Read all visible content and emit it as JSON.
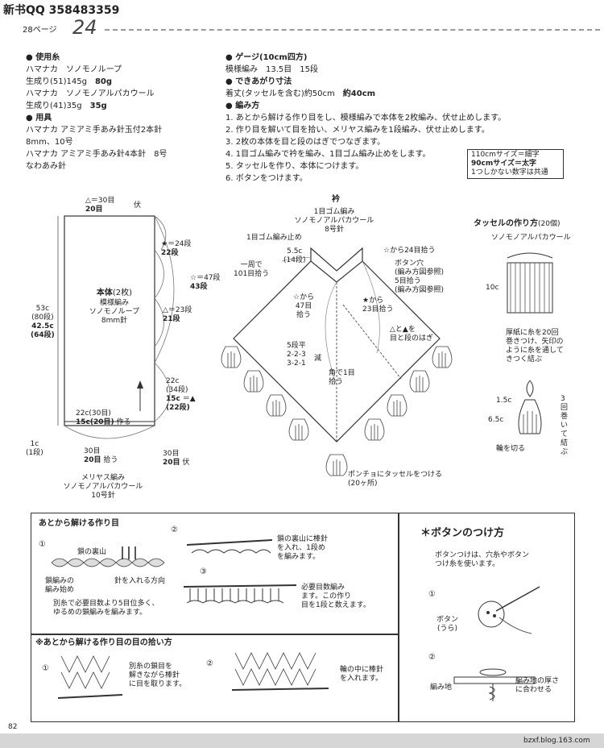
{
  "header": {
    "qq": "新书QQ 358483359",
    "page_ref": "28ページ",
    "page_no": "24"
  },
  "materials": {
    "yarn_title": "使用糸",
    "yarn_lines": [
      {
        "text": "ハマナカ　ソノモノループ"
      },
      {
        "text": "生成り(51)145g",
        "bold": "80g"
      },
      {
        "text": "ハマナカ　ソノモノアルパカウール"
      },
      {
        "text": "生成り(41)35g",
        "bold": "35g"
      }
    ],
    "tools_title": "用具",
    "tools_lines": [
      "ハマナカ アミアミ手あみ針玉付2本針",
      "8mm、10号",
      "ハマナカ アミアミ手あみ針4本針　8号",
      "なわあみ針"
    ]
  },
  "gauge": {
    "title": "ゲージ(10cm四方)",
    "text": "模様編み　13.5目　15段"
  },
  "size": {
    "title": "できあがり寸法",
    "text": "着丈(タッセルを含む)約50cm",
    "bold": "約40cm"
  },
  "method": {
    "title": "編み方",
    "steps": [
      "1. あとから解ける作り目をし、模様編みで本体を2枚編み、伏せ止めします。",
      "2. 作り目を解いて目を拾い、メリヤス編みを1段編み、伏せ止めします。",
      "3. 2枚の本体を目と段のはぎでつなぎます。",
      "4. 1目ゴム編みで衿を編み、1目ゴム編み止めをします。",
      "5. タッセルを作り、本体につけます。",
      "6. ボタンをつけます。"
    ]
  },
  "size_legend": {
    "line1": "110cmサイズ＝細字",
    "line2": "90cmサイズ＝太字",
    "line3": "1つしかない数字は共通"
  },
  "body_panel": {
    "title": "本体",
    "title_sub": "(2枚)",
    "pattern": "模様編み",
    "yarn": "ソノモノループ",
    "needle": "8mm針",
    "top_a": "△＝30目",
    "top_b": "20目",
    "top_c": "伏",
    "star_a": "★＝24段",
    "star_b": "22段",
    "open_star_a": "☆＝47段",
    "open_star_b": "43段",
    "delta_a": "△＝23段",
    "delta_b": "21段",
    "height_a": "53c",
    "height_b": "(80段)",
    "height_c": "42.5c",
    "height_d": "(64段)",
    "side_a": "22c",
    "side_b": "(34段)",
    "side_c": "15c",
    "side_d": "(22段)",
    "side_e": "＝▲",
    "bottom_a": "22c(30目)",
    "bottom_b": "15c(20目)",
    "bottom_c": "作る",
    "left_a": "1c",
    "left_b": "(1段)",
    "pick_a": "30目",
    "pick_b": "20目",
    "pick_c": "拾う",
    "pick2_a": "30目",
    "pick2_b": "20目",
    "pick2_c": "伏",
    "stock_a": "メリヤス編み",
    "stock_b": "ソノモノアルパカウール",
    "stock_c": "10号針"
  },
  "poncho": {
    "collar": "衿",
    "rib_a": "1目ゴム編み",
    "rib_b": "ソノモノアルパカウール",
    "rib_c": "8号針",
    "rib_end": "1目ゴム編み止め",
    "size_a": "5.5c",
    "size_b": "(14段)",
    "round_a": "一周で",
    "round_b": "101目拾う",
    "from_a": "☆から",
    "from_b": "47目",
    "from_c": "拾う",
    "from24": "☆から24目拾う",
    "btn_a": "ボタン穴",
    "btn_b": "(編み方図参照)",
    "btn_c": "5目拾う",
    "btn_d": "(編み方図参照)",
    "star_from_a": "★から",
    "star_from_b": "23目拾う",
    "seam_a": "△と▲を",
    "seam_b": "目と段のはぎ",
    "step_a": "5段平",
    "step_b": "2-2-3",
    "step_c": "3-2-1",
    "step_d": "減",
    "corner_a": "角で1目",
    "corner_b": "拾う",
    "tassel_a": "ポンチョにタッセルをつける",
    "tassel_b": "(20ヶ所)"
  },
  "tassel": {
    "title": "タッセルの作り方",
    "title_sub": "(20個)",
    "yarn": "ソノモノアルパカウール",
    "dim": "10c",
    "n1": "厚紙に糸を20回",
    "n2": "巻きつけ、矢印の",
    "n3": "ように糸を通して",
    "n4": "きつく結ぶ",
    "d1": "1.5c",
    "d2": "6.5c",
    "wrap_a": "3",
    "wrap_b": "回巻いて結ぶ",
    "cut": "輪を切る"
  },
  "cast_on": {
    "title": "あとから解ける作り目",
    "l1": "鎖の裏山",
    "l2": "鎖編みの",
    "l3": "編み始め",
    "l4": "針を入れる方向",
    "s2_a": "鎖の裏山に棒針",
    "s2_b": "を入れ、1段め",
    "s2_c": "を編みます。",
    "s3_a": "必要目数編み",
    "s3_b": "ます。この作り",
    "s3_c": "目を1段と数えます。",
    "note_a": "別糸で必要目数より5目位多く、",
    "note_b": "ゆるめの鎖編みを編みます。",
    "num1": "①",
    "num2": "②",
    "num3": "③"
  },
  "pickup": {
    "title": "※あとから解ける作り目の目の拾い方",
    "p1_a": "別糸の鎖目を",
    "p1_b": "解きながら棒針",
    "p1_c": "に目を取ります。",
    "p2_a": "輪の中に棒針",
    "p2_b": "を入れます。",
    "num1": "①",
    "num2": "②"
  },
  "button": {
    "title": "ボタンのつけ方",
    "star": "＊",
    "intro_a": "ボタンつけは、穴糸やボタン",
    "intro_b": "つけ糸を使います。",
    "lbl_a": "ボタン",
    "lbl_b": "(うら)",
    "lbl_c": "編み地",
    "lbl_d": "編み地の厚さ",
    "lbl_e": "に合わせる",
    "num1": "①",
    "num2": "②"
  },
  "footer": {
    "page": "82",
    "site": "bzxf.blog.163.com"
  }
}
